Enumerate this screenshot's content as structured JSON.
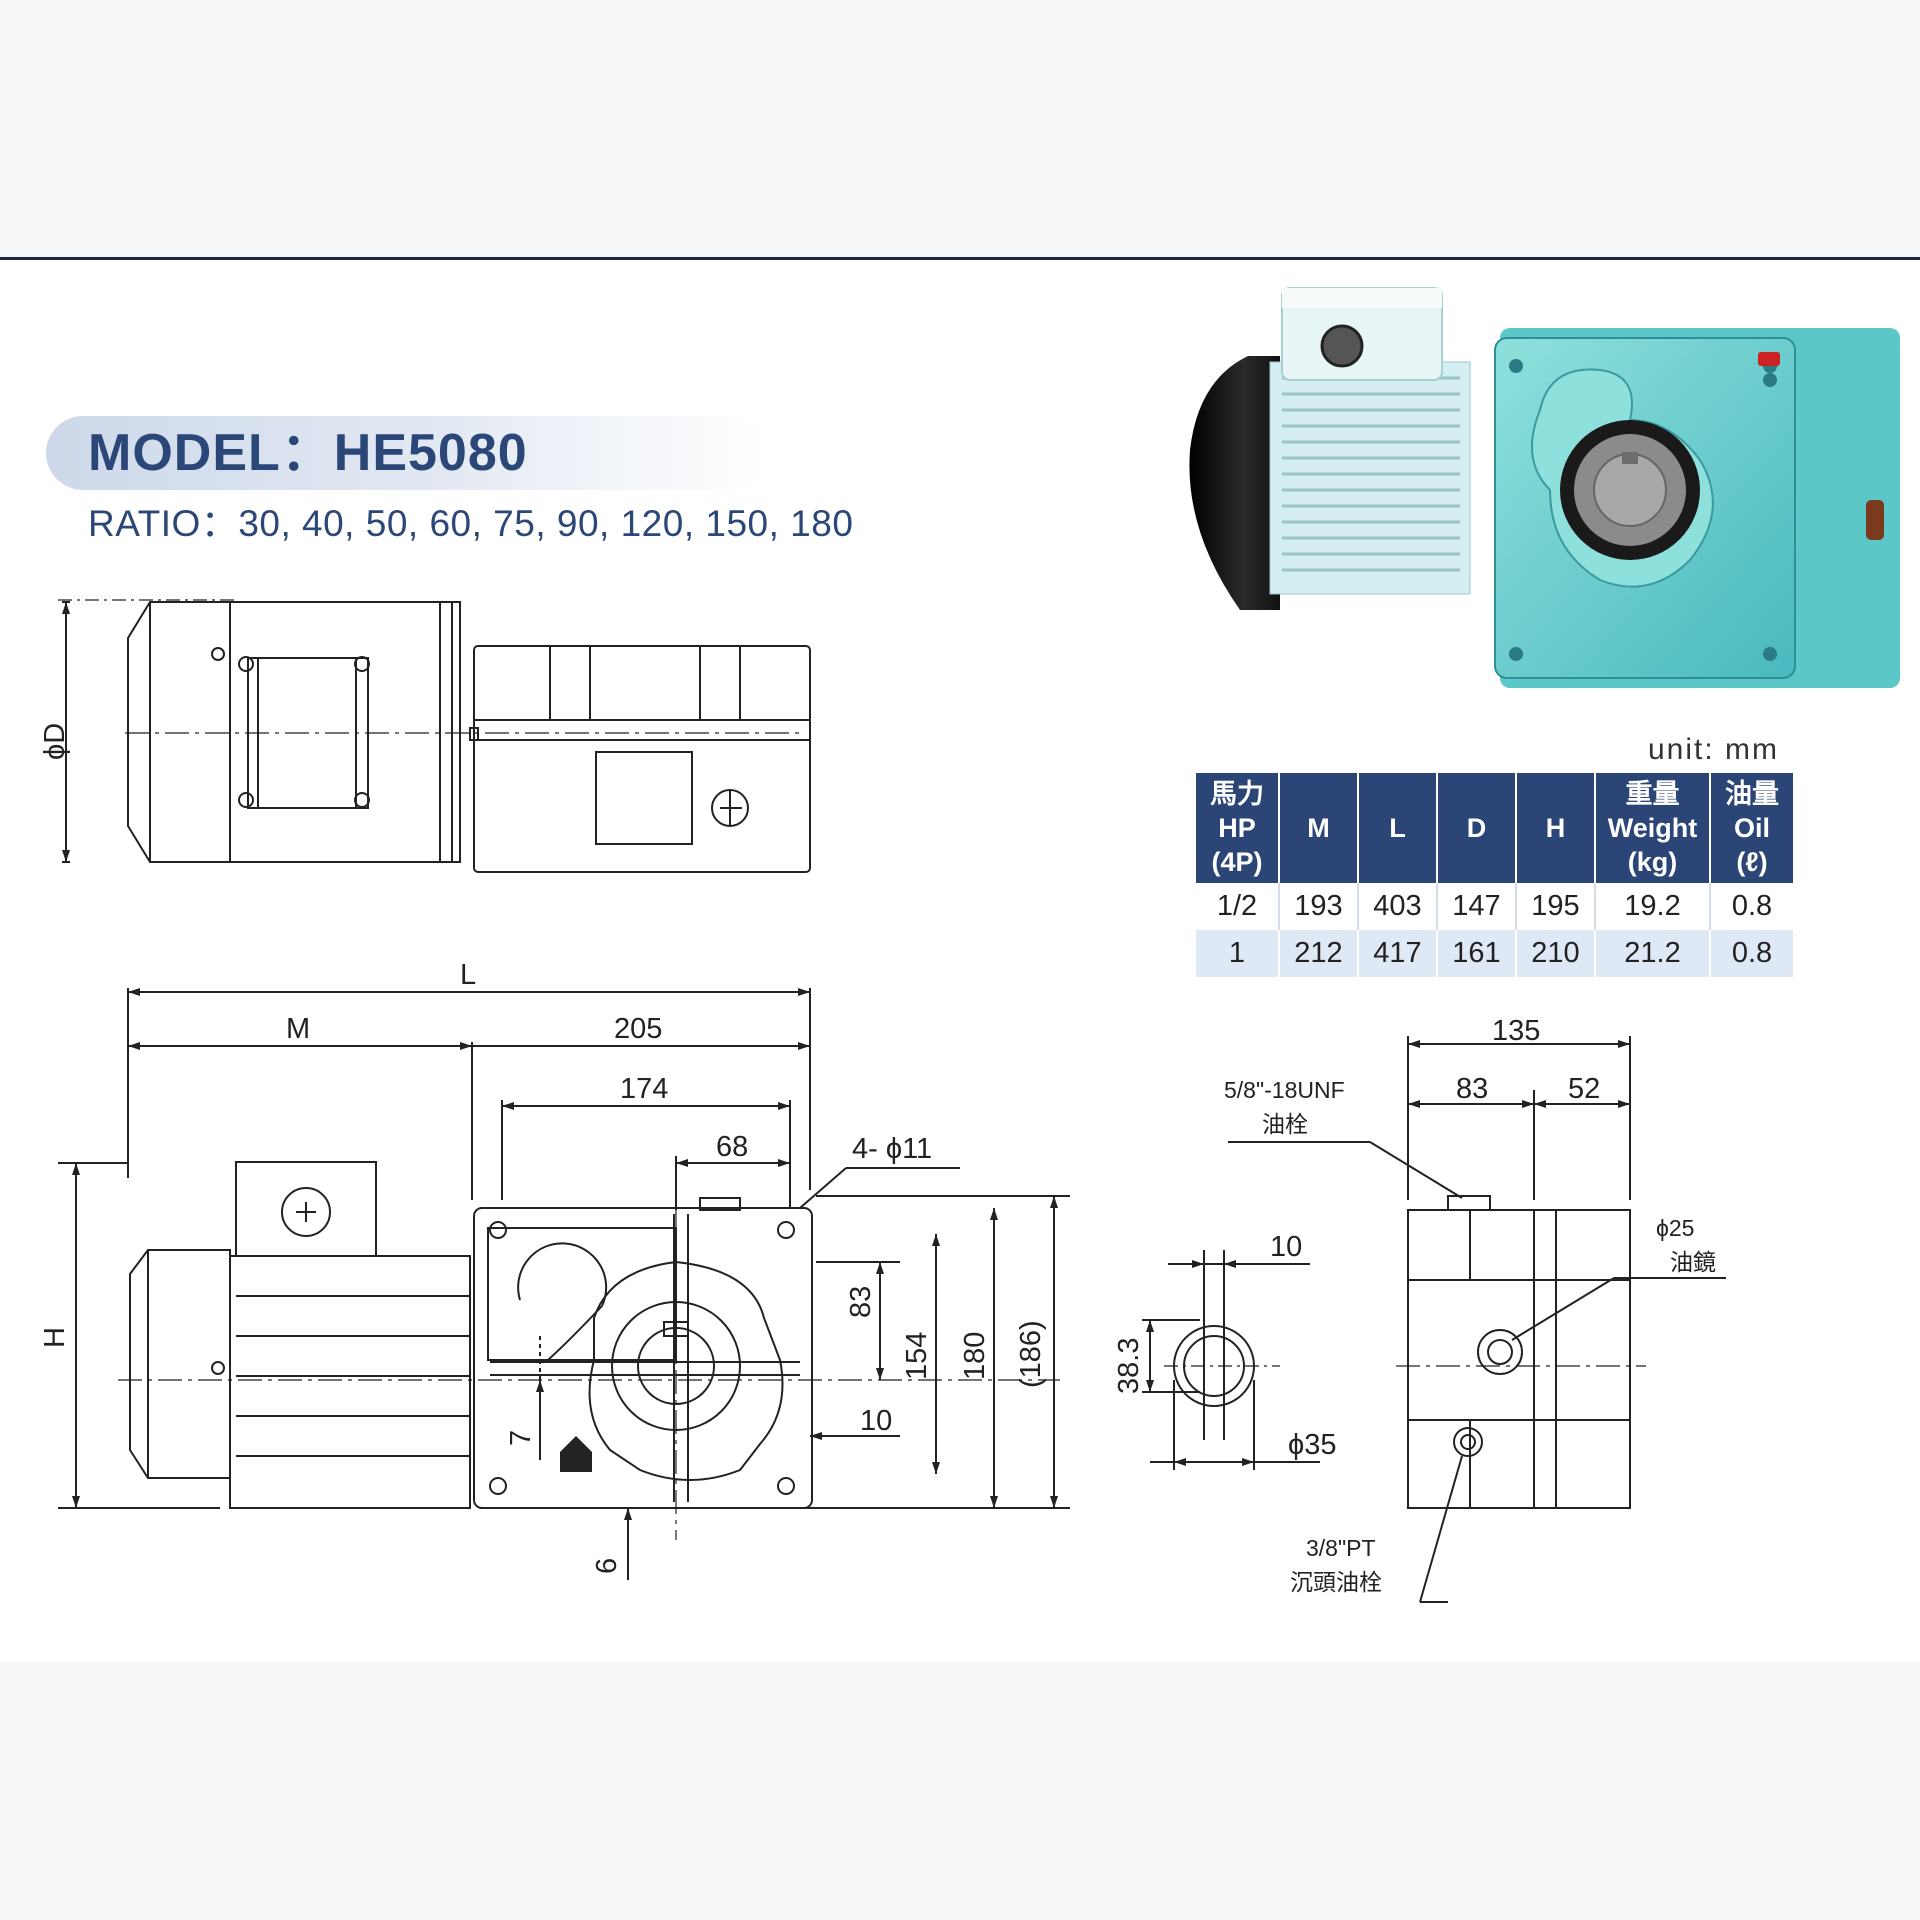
{
  "header": {
    "model_title": "MODEL：HE5080",
    "ratio": "RATIO：30, 40, 50, 60, 75, 90, 120, 150, 180"
  },
  "spec_table": {
    "unit": "unit: mm",
    "headers": [
      [
        "馬力",
        "HP",
        "(4P)"
      ],
      [
        "M"
      ],
      [
        "L"
      ],
      [
        "D"
      ],
      [
        "H"
      ],
      [
        "重量",
        "Weight",
        "(kg)"
      ],
      [
        "油量",
        "Oil",
        "(ℓ)"
      ]
    ],
    "rows": [
      [
        "1/2",
        "193",
        "403",
        "147",
        "195",
        "19.2",
        "0.8"
      ],
      [
        "1",
        "212",
        "417",
        "161",
        "210",
        "21.2",
        "0.8"
      ]
    ]
  },
  "dimensions": {
    "phi_d": "ϕD",
    "L": "L",
    "M": "M",
    "H": "H",
    "d205": "205",
    "d174": "174",
    "d68": "68",
    "holes": "4- ϕ11",
    "d83": "83",
    "d154": "154",
    "d180": "180",
    "d186": "(186)",
    "d10": "10",
    "d7": "7",
    "d6": "6",
    "shaft_key": "10",
    "shaft_height": "38.3",
    "shaft_bore": "ϕ35",
    "d135": "135",
    "d83b": "83",
    "d52": "52",
    "plug_top_spec": "5/8\"-18UNF",
    "plug_top_name": "油栓",
    "sight_size": "ϕ25",
    "sight_name": "油鏡",
    "plug_bottom_spec": "3/8\"PT",
    "plug_bottom_name": "沉頭油栓"
  },
  "colors": {
    "accent": "#2c4577",
    "row_alt": "#dfe9f5",
    "gearbox": "#6ccfcf",
    "motor_cap": "#1b1b1b",
    "motor_body": "#d4eef2"
  }
}
